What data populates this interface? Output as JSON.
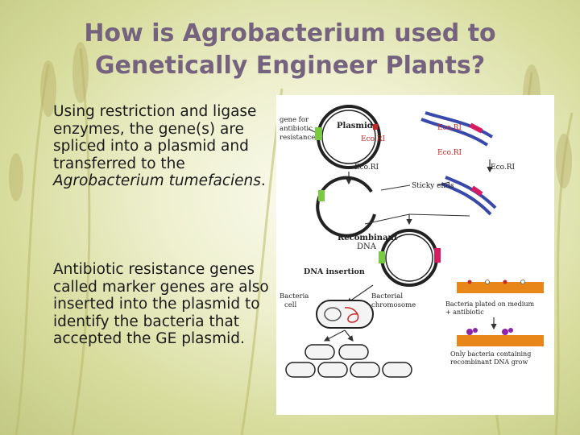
{
  "slide": {
    "title": "How is Agrobacterium used to Genetically Engineer Plants?",
    "paragraph1_text": "Using restriction and ligase enzymes, the gene(s) are spliced into a plasmid and transferred to the ",
    "paragraph1_italic": "Agrobacterium tumefaciens",
    "paragraph1_end": ".",
    "paragraph2": "Antibiotic resistance genes called marker genes are also inserted into the plasmid to identify the bacteria that accepted the GE plasmid."
  },
  "figure": {
    "gene_label": [
      "gene for",
      "antibiotic",
      "resistance"
    ],
    "plasmid_label": "Plasmid",
    "ecori_1": "Eco.RI",
    "ecori_2": "Eco.RI",
    "ecori_3": "Eco.RI",
    "ecori_4": "Eco.RI",
    "ecori_5": "Eco.RI",
    "sticky_ends": "Sticky ends",
    "recombinant_label": "Recombinant",
    "dna_label": "DNA",
    "dna_insertion": "DNA insertion",
    "bacteria_cell": [
      "Bacteria",
      "cell"
    ],
    "bacterial_chromosome": [
      "Bacterial",
      "chromosome"
    ],
    "plated_label": [
      "Bacteria plated on medium",
      "+ antibiotic"
    ],
    "only_label": [
      "Only bacteria containing",
      "recombinant DNA grow"
    ]
  },
  "colors": {
    "title": "#74627e",
    "gene": "#7ac943",
    "insert": "#d81b60",
    "strand": "#3949ab",
    "plate": "#e8861a"
  }
}
